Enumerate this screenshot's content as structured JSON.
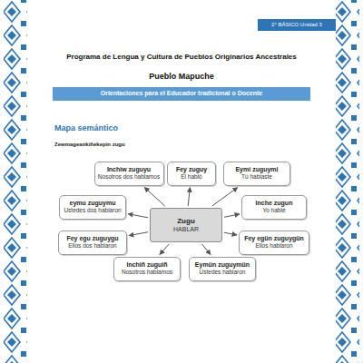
{
  "diagram": {
    "title": "Programa de Lengua y Cultura de Pueblos Originarios Ancestrales",
    "nodes": [
      {
        "text": [
          "2° BÁSICO Unidad 3"
        ]
      },
      {
        "text": [
          "Orientaciones para el Educador tradicional o Docente"
        ]
      },
      {
        "text": [
          "Inchiw zuguyu",
          "Nosotros dos hablamos"
        ]
      },
      {
        "text": [
          "Fey zuguy",
          "Él habló"
        ]
      },
      {
        "text": [
          "Eymi zuguymi",
          "Tú hablaste"
        ]
      },
      {
        "text": [
          "eymu zuguymu",
          "Ustedes dos hablaron"
        ]
      },
      {
        "text": [
          "Zugu",
          "HABLAR"
        ]
      },
      {
        "text": [
          "Inche zugun",
          "Yo hablé"
        ]
      },
      {
        "text": [
          "Fey egu zuguygu",
          "Ellos dos hablaron"
        ]
      },
      {
        "text": [
          "Fey egün zuguygün",
          "Ellos hablaron"
        ]
      },
      {
        "text": [
          "Inchiñ zuguiñ",
          "Nosotros hablamos"
        ]
      },
      {
        "text": [
          "Eymün zuguymün",
          "Ustedes hablaron"
        ]
      }
    ],
    "edges": [
      {
        "from": 6,
        "to": 2,
        "arrow": "to"
      },
      {
        "from": 6,
        "to": 3,
        "arrow": "to"
      },
      {
        "from": 6,
        "to": 4,
        "arrow": "to"
      },
      {
        "from": 6,
        "to": 5,
        "arrow": "to"
      },
      {
        "from": 6,
        "to": 7,
        "arrow": "to"
      },
      {
        "from": 6,
        "to": 8,
        "arrow": "to"
      },
      {
        "from": 6,
        "to": 9,
        "arrow": "to"
      },
      {
        "from": 6,
        "to": 10,
        "arrow": "to"
      },
      {
        "from": 6,
        "to": 11,
        "arrow": "to"
      }
    ],
    "labels": [
      "Pueblo Mapuche",
      "Mapa semántico",
      "Zewmageankiñekepin zugu"
    ]
  }
}
